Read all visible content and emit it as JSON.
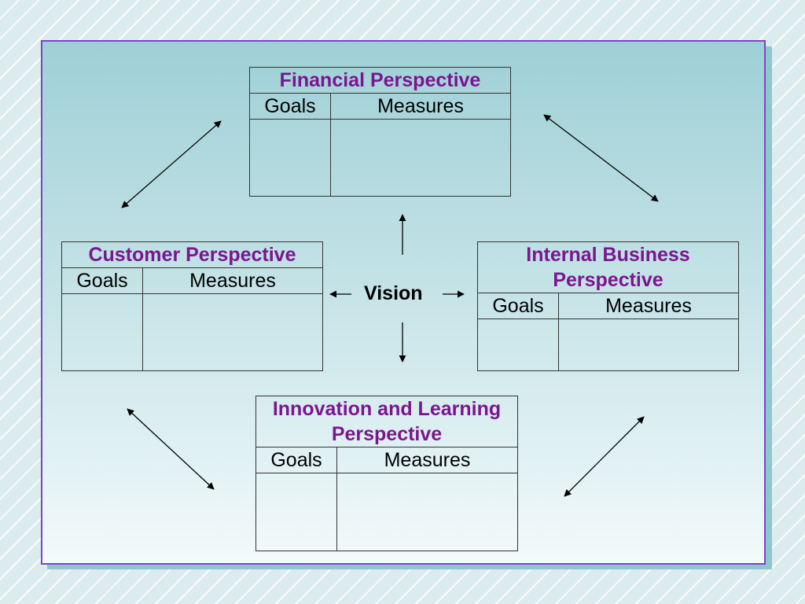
{
  "vision": {
    "label": "Vision"
  },
  "perspectives": {
    "financial": {
      "title": "Financial Perspective",
      "goals": "Goals",
      "measures": "Measures"
    },
    "customer": {
      "title": "Customer Perspective",
      "goals": "Goals",
      "measures": "Measures"
    },
    "internal": {
      "title": "Internal Business Perspective",
      "goals": "Goals",
      "measures": "Measures"
    },
    "innovation": {
      "title": "Innovation and Learning Perspective",
      "goals": "Goals",
      "measures": "Measures"
    }
  },
  "colors": {
    "title_text": "#7b1590",
    "panel_border": "#7b45c8",
    "panel_top": "#9ed0d6",
    "panel_bottom": "#f3fafb"
  }
}
